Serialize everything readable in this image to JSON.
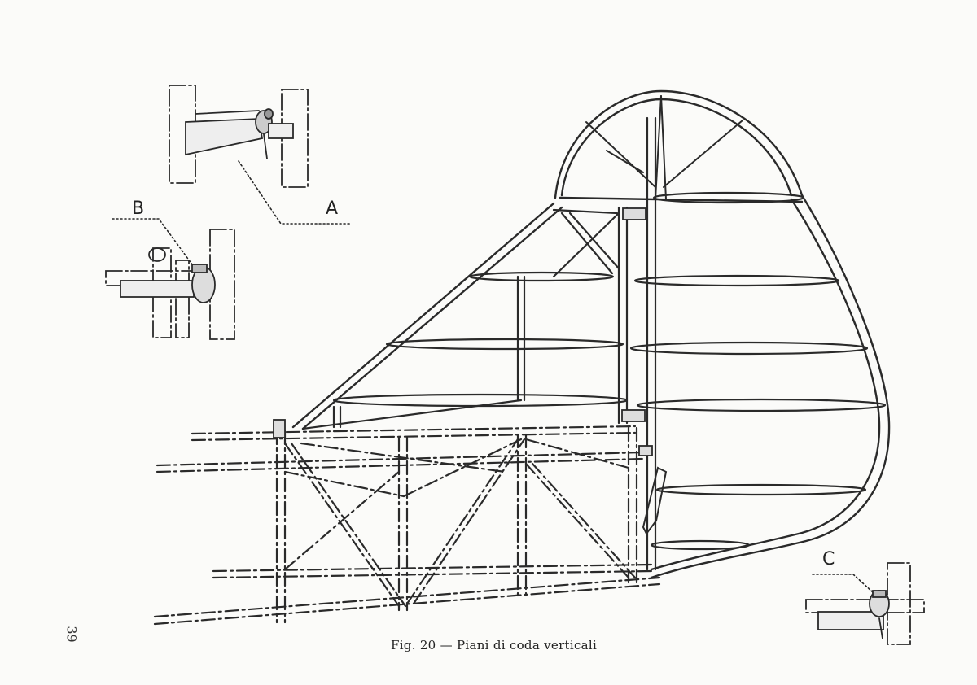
{
  "callouts": {
    "a": "A",
    "b": "B",
    "c": "C"
  },
  "caption": "Fig. 20 — Piani di coda verticali",
  "page_number": "39",
  "colors": {
    "ink": "#2a2a2a",
    "paper": "#fbfbf9"
  },
  "icons": [
    "hinge-detail-a",
    "hinge-detail-b",
    "hinge-detail-c"
  ]
}
